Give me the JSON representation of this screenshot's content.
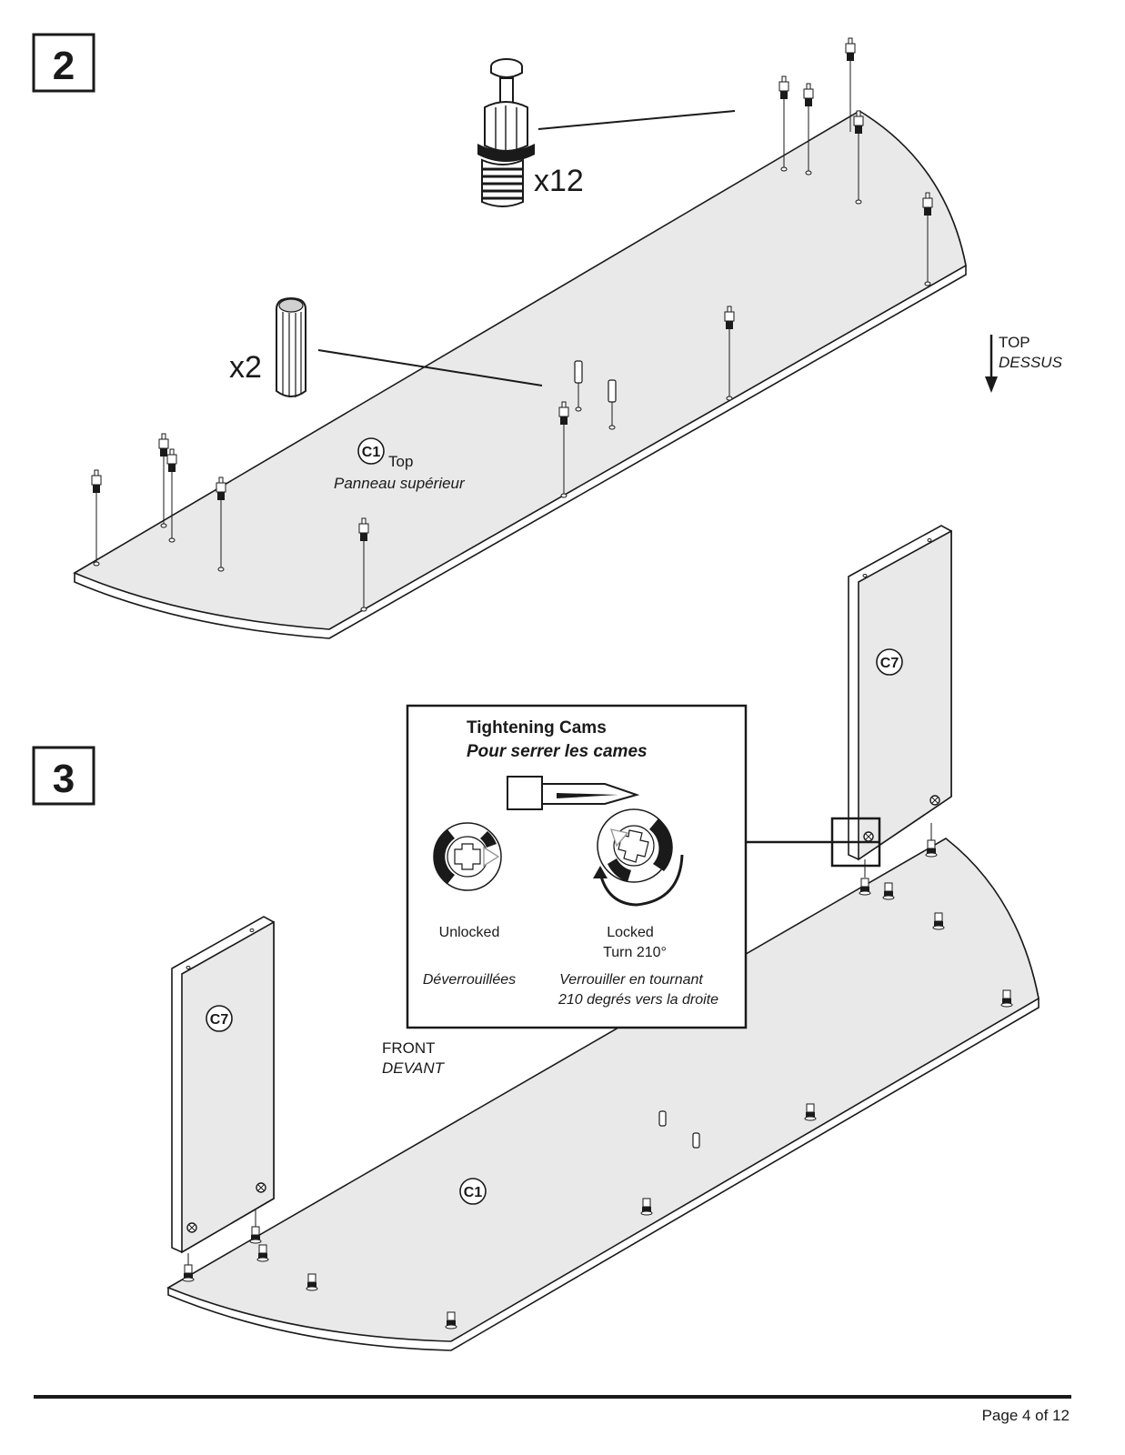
{
  "steps": {
    "step2": {
      "number": "2"
    },
    "step3": {
      "number": "3"
    }
  },
  "hardware": {
    "cam_post_qty": "x12",
    "dowel_qty": "x2"
  },
  "parts": {
    "top_id": "C1",
    "top_name_en": "Top",
    "top_name_fr": "Panneau supérieur",
    "side_id": "C7"
  },
  "orientation": {
    "top_en": "TOP",
    "top_fr": "DESSUS",
    "front_en": "FRONT",
    "front_fr": "DEVANT"
  },
  "cams_callout": {
    "title_en": "Tightening Cams",
    "title_fr": "Pour serrer les cames",
    "unlocked_en": "Unlocked",
    "unlocked_fr": "Déverrouillées",
    "locked_en": "Locked",
    "locked_turn": "Turn 210°",
    "locked_fr_line1": "Verrouiller en tournant",
    "locked_fr_line2": "210 degrés vers la  droite"
  },
  "footer": {
    "page": "Page 4 of 12"
  },
  "colors": {
    "panel": "#e9e9e9",
    "ink": "#1a1a1a",
    "edge": "#ffffff"
  }
}
